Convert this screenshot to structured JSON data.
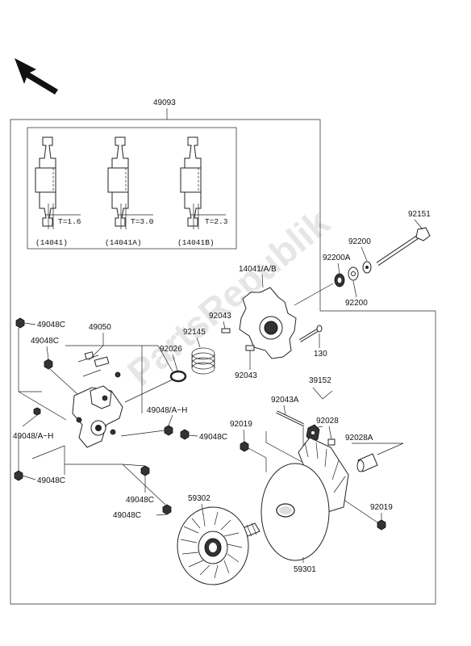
{
  "watermark": "PartsRepublik",
  "kit": {
    "number": "49093",
    "thickness_1": "T=1.6",
    "thickness_2": "T=3.0",
    "thickness_3": "T=2.3",
    "part_1": "(14041)",
    "part_2": "(14041A)",
    "part_3": "(14041B)"
  },
  "callouts": {
    "c49050": "49050",
    "c49048C_a": "49048C",
    "c49048C_b": "49048C",
    "c49048C_c": "49048C",
    "c49048C_d": "49048C",
    "c49048C_e": "49048C",
    "c49048C_f": "49048C",
    "c49048AH_a": "49048/A~H",
    "c49048AH_b": "49048/A~H",
    "c92026": "92026",
    "c92145": "92145",
    "c92043_a": "92043",
    "c92043_b": "92043",
    "c14041AB": "14041/A/B",
    "c130": "130",
    "c92200A": "92200A",
    "c92200_a": "92200",
    "c92200_b": "92200",
    "c92151": "92151",
    "c39152": "39152",
    "c92043A": "92043A",
    "c92028": "92028",
    "c92028A": "92028A",
    "c92019_a": "92019",
    "c92019_b": "92019",
    "c59302": "59302",
    "c59301": "59301"
  }
}
